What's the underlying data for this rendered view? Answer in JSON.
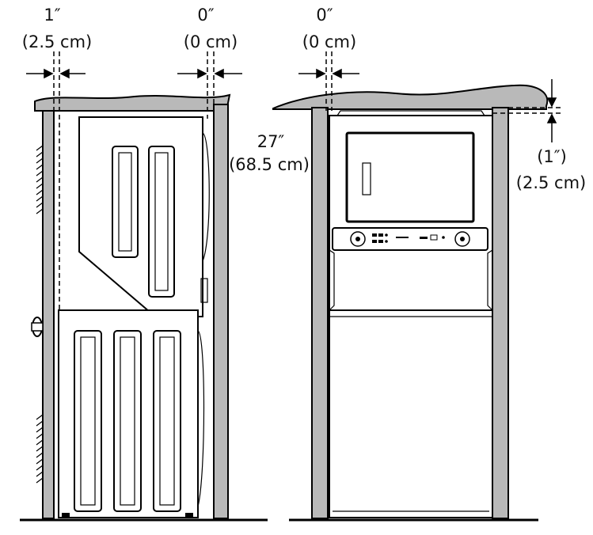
{
  "dimensions": {
    "side_gap": {
      "value": "1″",
      "metric": "(2.5 cm)"
    },
    "back_gap": {
      "value": "0″",
      "metric": "(0 cm)"
    },
    "front_side_gap": {
      "value": "0″",
      "metric": "(0 cm)"
    },
    "depth": {
      "value": "27″",
      "metric": "(68.5 cm)"
    },
    "top_gap": {
      "value": "(1″)",
      "metric": "(2.5 cm)"
    }
  },
  "colors": {
    "wall": "#b9b9b9",
    "line": "#000000",
    "appliance": "#ffffff"
  }
}
